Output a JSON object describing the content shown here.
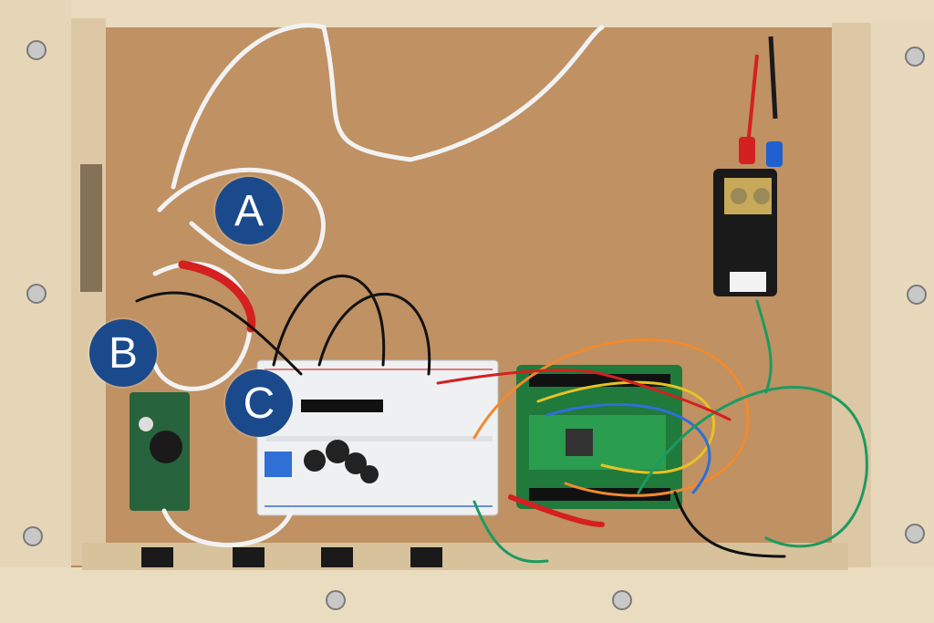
{
  "photo": {
    "labels": {
      "a": "A",
      "b": "B",
      "c": "C"
    },
    "colors": {
      "label_circle": "#1b4a8c",
      "board_background": "#b98a5c",
      "wood_frame": "#e8d9bd",
      "pico_board": "#1f7a3c",
      "breadboard": "#eef0f2"
    }
  }
}
